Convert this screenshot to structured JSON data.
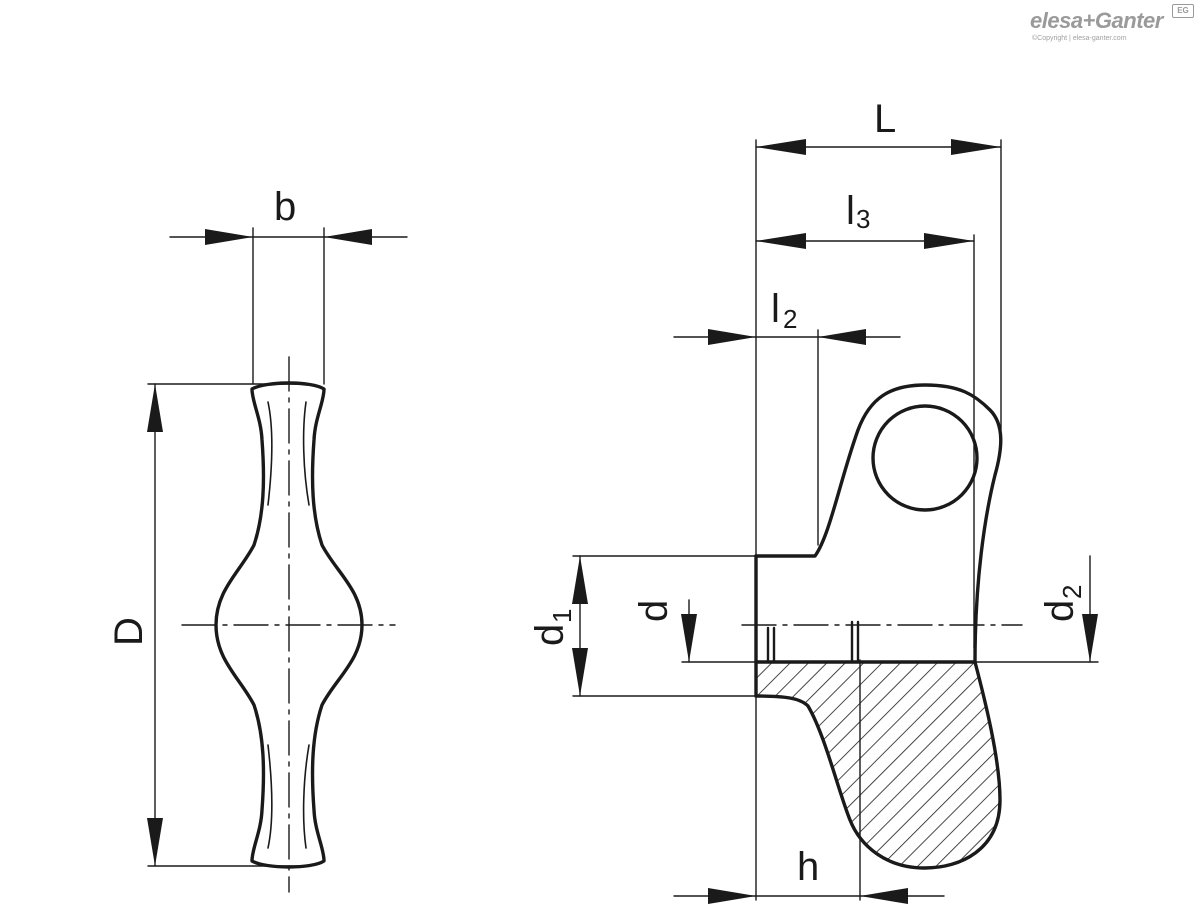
{
  "logo": {
    "brand": "elesa+Ganter",
    "badge": "EG",
    "copyright": "©Copyright | elesa-ganter.com"
  },
  "dimensions": {
    "b": "b",
    "D": "D",
    "L": "L",
    "l3_main": "l",
    "l3_sub": "3",
    "l2_main": "l",
    "l2_sub": "2",
    "d1_main": "d",
    "d1_sub": "1",
    "d": "d",
    "d2_main": "d",
    "d2_sub": "2",
    "h": "h"
  },
  "colors": {
    "line": "#1a1a1a",
    "background": "#ffffff",
    "logo": "#9a9a9a"
  }
}
